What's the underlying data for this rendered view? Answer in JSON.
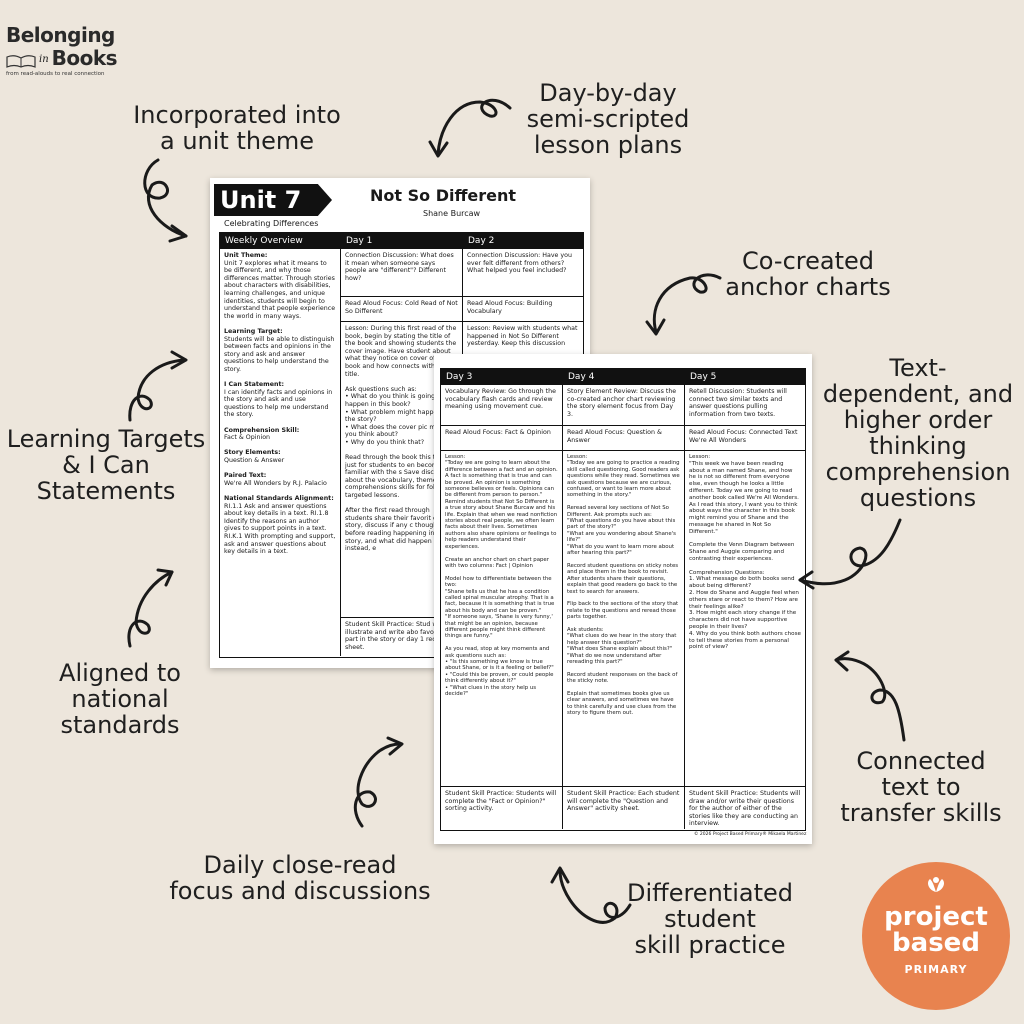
{
  "logo": {
    "line1": "Belonging",
    "in": "in",
    "books": "Books",
    "tagline": "from read-alouds to real connection"
  },
  "callouts": {
    "unit_theme": "Incorporated into\na unit theme",
    "lesson_plans": "Day-by-day\nsemi-scripted\nlesson plans",
    "anchor_charts": "Co-created\nanchor charts",
    "questions": "Text-\ndependent, and\nhigher order\nthinking\ncomprehension\nquestions",
    "targets": "Learning Targets\n& I Can\nStatements",
    "standards": "Aligned to\nnational\nstandards",
    "connected": "Connected\ntext to\ntransfer skills",
    "close_read": "Daily close-read\nfocus and discussions",
    "differentiated": "Differentiated\nstudent\nskill practice"
  },
  "page1": {
    "unit": "Unit 7",
    "unit_subtitle": "Celebrating Differences",
    "title": "Not So Different",
    "author": "Shane Burcaw",
    "headers": [
      "Weekly Overview",
      "Day 1",
      "Day 2"
    ],
    "overview": [
      {
        "label": "Unit Theme:",
        "text": "Unit 7 explores what it means to be different, and why those differences matter. Through stories about characters with disabilities, learning challenges, and unique identities, students will begin to understand that people experience the world in many ways."
      },
      {
        "label": "Learning Target:",
        "text": "Students will be able to distinguish between facts and opinions in the story and ask and answer questions to help understand the story."
      },
      {
        "label": "I Can Statement:",
        "text": "I can identify facts and opinions in the story and ask and use questions to help me understand the story."
      },
      {
        "label": "Comprehension Skill:",
        "text": "Fact & Opinion"
      },
      {
        "label": "Story Elements:",
        "text": "Question & Answer"
      },
      {
        "label": "Paired Text:",
        "text": "We're All Wonders by R.J. Palacio"
      },
      {
        "label": "National Standards Alignment:",
        "text": "RI.1.1 Ask and answer questions about key details in a text. RI.1.8 Identify the reasons an author gives to support points in a text. RI.K.1 With prompting and support, ask and answer questions about key details in a text."
      }
    ],
    "day1": {
      "connection": "Connection Discussion: What does it mean when someone says people are \"different\"? Different how?",
      "focus": "Read Aloud Focus: Cold Read of Not So Different",
      "lesson": "Lesson: During this first read of the book, begin by stating the title of the book and showing students the cover image. Have student about what they notice on cover of the book and how connects with the title.\n\nAsk questions such as:\n• What do you think is going to happen in this book?\n• What problem might happen in the story?\n• What does the cover pic make you think about?\n• Why do you think that?\n\nRead through the book this time just for students to en become familiar with the s Save discussions about the vocabulary, themes, and comprehensions skills for following targeted lessons.\n\nAfter the first read through students share their favorit of the story, discuss if any c thoughts before reading happening in the story, and what did happen instead, e",
      "practice": "Student Skill Practice: Stud will illustrate and write abo favorite part in the story or day 1 recording sheet."
    },
    "day2": {
      "connection": "Connection Discussion: Have you ever felt different from others? What helped you feel included?",
      "focus": "Read Aloud Focus: Building Vocabulary",
      "lesson": "Lesson: Review with students what happened in Not So Different yesterday. Keep this discussion"
    }
  },
  "page2": {
    "headers": [
      "Day 3",
      "Day 4",
      "Day 5"
    ],
    "day3": {
      "review": "Vocabulary Review: Go through the vocabulary flash cards and review meaning using movement cue.",
      "focus": "Read Aloud Focus: Fact & Opinion",
      "lesson": "Lesson:\n\"Today we are going to learn about the difference between a fact and an opinion. A fact is something that is true and can be proved. An opinion is something someone believes or feels. Opinions can be different from person to person.\" Remind students that Not So Different is a true story about Shane Burcaw and his life. Explain that when we read nonfiction stories about real people, we often learn facts about their lives. Sometimes authors also share opinions or feelings to help readers understand their experiences.\n\nCreate an anchor chart on chart paper with two columns: Fact | Opinion\n\nModel how to differentiate between the two:\n\"Shane tells us that he has a condition called spinal muscular atrophy. That is a fact, because it is something that is true about his body and can be proven.\"\n\"If someone says, 'Shane is very funny,' that might be an opinion, because different people might think different things are funny.\"\n\nAs you read, stop at key moments and ask questions such as:\n• \"Is this something we know is true about Shane, or is it a feeling or belief?\"\n• \"Could this be proven, or could people think differently about it?\"\n• \"What clues in the story help us decide?\"",
      "practice": "Student Skill Practice: Students will complete the \"Fact or Opinion?\" sorting activity."
    },
    "day4": {
      "review": "Story Element Review: Discuss the co-created anchor chart reviewing the story element focus from Day 3.",
      "focus": "Read Aloud Focus: Question & Answer",
      "lesson": "Lesson:\n\"Today we are going to practice a reading skill called questioning. Good readers ask questions while they read. Sometimes we ask questions because we are curious, confused, or want to learn more about something in the story.\"\n\nReread several key sections of Not So Different. Ask prompts such as:\n\"What questions do you have about this part of the story?\"\n\"What are you wondering about Shane's life?\"\n\"What do you want to learn more about after hearing this part?\"\n\nRecord student questions on sticky notes and place them in the book to revisit. After students share their questions, explain that good readers go back to the text to search for answers.\n\nFlip back to the sections of the story that relate to the questions and reread those parts together.\n\nAsk students:\n\"What clues do we hear in the story that help answer this question?\"\n\"What does Shane explain about this?\"\n\"What do we now understand after rereading this part?\"\n\nRecord student responses on the back of the sticky note.\n\nExplain that sometimes books give us clear answers, and sometimes we have to think carefully and use clues from the story to figure them out.",
      "practice": "Student Skill Practice: Each student will complete the \"Question and Answer\" activity sheet."
    },
    "day5": {
      "review": "Retell Discussion: Students will connect two similar texts and answer questions pulling information from two texts.",
      "focus": "Read Aloud Focus: Connected Text We're All Wonders",
      "lesson": "Lesson:\n\"This week we have been reading about a man named Shane, and how he is not so different from everyone else, even though he looks a little different. Today we are going to read another book called We're All Wonders. As I read this story, I want you to think about ways the character in this book might remind you of Shane and the message he shared in Not So Different.\"\n\nComplete the Venn Diagram between Shane and Auggie comparing and contrasting their experiences.\n\nComprehension Questions:\n1. What message do both books send about being different?\n2. How do Shane and Auggie feel when others stare or react to them? How are their feelings alike?\n3. How might each story change if the characters did not have supportive people in their lives?\n4. Why do you think both authors chose to tell these stories from a personal point of view?",
      "practice": "Student Skill Practice: Students will draw and/or write their questions for the author of either of the stories like they are conducting an interview."
    },
    "copyright": "© 2026 Project Based Primary® Mikaela Martinez"
  },
  "badge": {
    "line1": "project",
    "line2": "based",
    "line3": "PRIMARY",
    "color": "#e8834f"
  }
}
